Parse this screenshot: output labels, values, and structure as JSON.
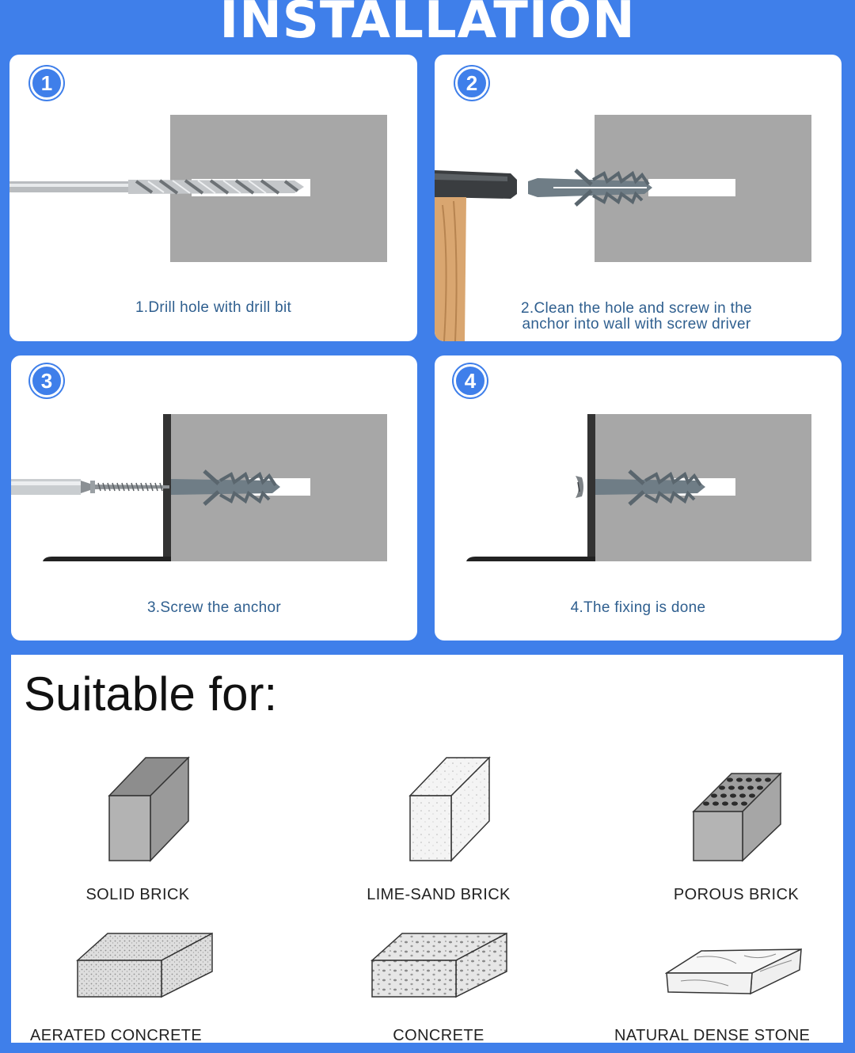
{
  "header": {
    "title": "INSTALLATION"
  },
  "steps": [
    {
      "number": "1",
      "caption": "1.Drill hole with drill bit"
    },
    {
      "number": "2",
      "caption_line1": "2.Clean the hole and screw in the",
      "caption_line2": "anchor into wall with screw driver"
    },
    {
      "number": "3",
      "caption": "3.Screw the anchor"
    },
    {
      "number": "4",
      "caption": "4.The fixing is done"
    }
  ],
  "suitable": {
    "title": "Suitable for:",
    "materials": [
      {
        "label": "SOLID BRICK"
      },
      {
        "label": "LIME-SAND BRICK"
      },
      {
        "label": "POROUS BRICK"
      },
      {
        "label": "AERATED CONCRETE"
      },
      {
        "label": "CONCRETE"
      },
      {
        "label": "NATURAL DENSE STONE"
      }
    ]
  },
  "colors": {
    "background": "#3f7fea",
    "panel": "#ffffff",
    "wall": "#a7a7a7",
    "anchor": "#6f7d86",
    "caption": "#2f5f8f"
  }
}
